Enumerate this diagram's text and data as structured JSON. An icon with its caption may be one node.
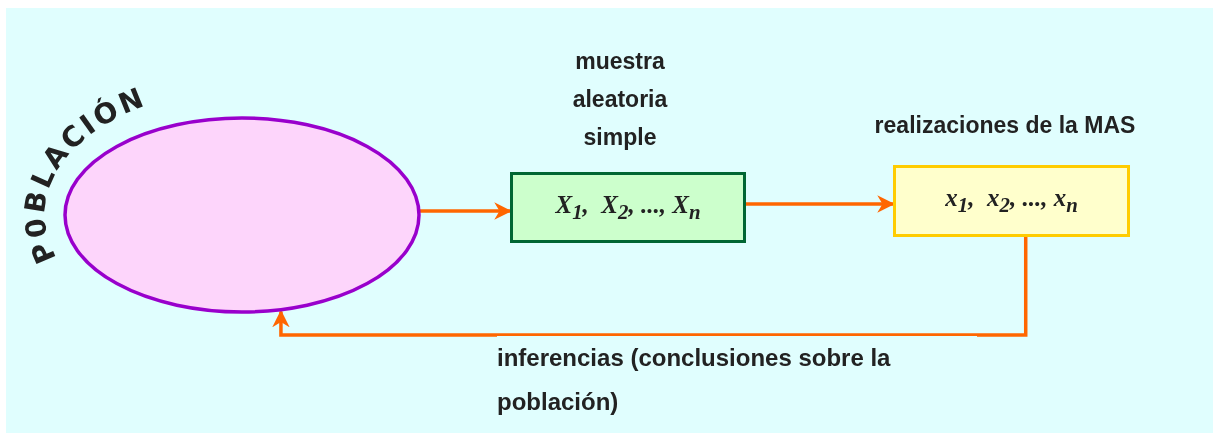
{
  "diagram": {
    "nodes": [
      {
        "text": [
          "P0BLACIÓN"
        ]
      },
      {
        "text": [
          "muestra aleatoria simple",
          "X$_{1}$,  X$_{2}$, ..., X$_{n}$"
        ]
      },
      {
        "text": [
          "realizaciones de la MAS",
          "x$_{1}$,  x$_{2}$, ..., x$_{n}$"
        ]
      }
    ],
    "edges": [
      {
        "from": 0,
        "to": 1,
        "arrow": "to"
      },
      {
        "from": 1,
        "to": 2,
        "arrow": "to"
      },
      {
        "from": 2,
        "to": 0,
        "arrow": "to",
        "label": "inferencias (conclusiones sobre la población)"
      }
    ]
  }
}
